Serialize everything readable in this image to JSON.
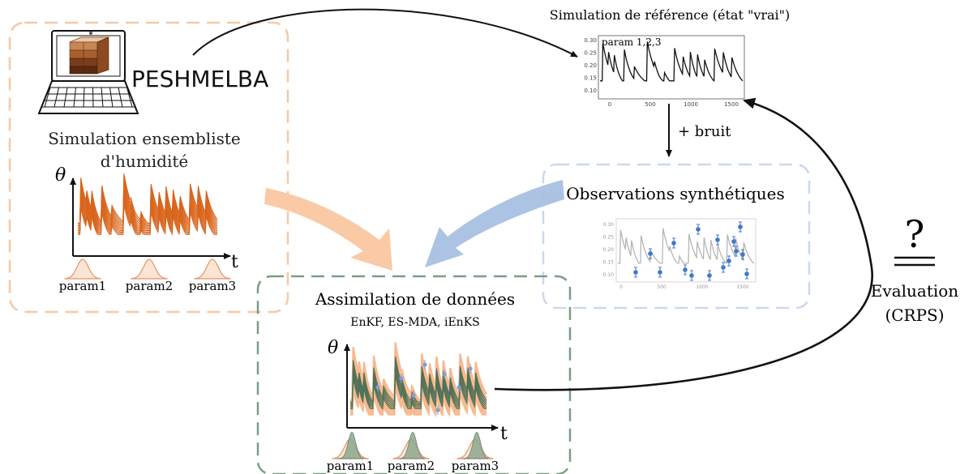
{
  "model_name": "PESHMELBA",
  "ensemble_box": {
    "title_line1": "Simulation ensembliste",
    "title_line2": "d'humidité",
    "y_label": "θ",
    "x_label": "t",
    "params": [
      "param1",
      "param2",
      "param3"
    ]
  },
  "reference": {
    "title": "Simulation de référence (état \"vrai\")",
    "legend": "param 1,2,3",
    "y_ticks": [
      "0.30",
      "0.25",
      "0.20",
      "0.15",
      "0.10"
    ],
    "x_ticks": [
      "0",
      "500",
      "1000",
      "1500"
    ]
  },
  "noise_label": "+ bruit",
  "observations": {
    "title": "Observations synthétiques",
    "y_ticks": [
      "0.30",
      "0.25",
      "0.20",
      "0.15",
      "0.10"
    ],
    "x_ticks": [
      "0",
      "500",
      "1000",
      "1500"
    ]
  },
  "assimilation": {
    "title": "Assimilation de données",
    "methods": "EnKF, ES-MDA, iEnKS",
    "y_label": "θ",
    "x_label": "t",
    "params": [
      "param1",
      "param2",
      "param3"
    ]
  },
  "evaluation": {
    "symbol": "?",
    "line1": "Evaluation",
    "line2": "(CRPS)"
  },
  "colors": {
    "ensemble_orange": "#d9651c",
    "orange_box": "#f5c9a6",
    "blue_box": "#c9d9ec",
    "green_box": "#7a9e84",
    "green_curve": "#4e7158",
    "obs_blue": "#3f78c9",
    "arrow_orange": "#f9c7a0",
    "arrow_blue": "#a9c0e3"
  }
}
